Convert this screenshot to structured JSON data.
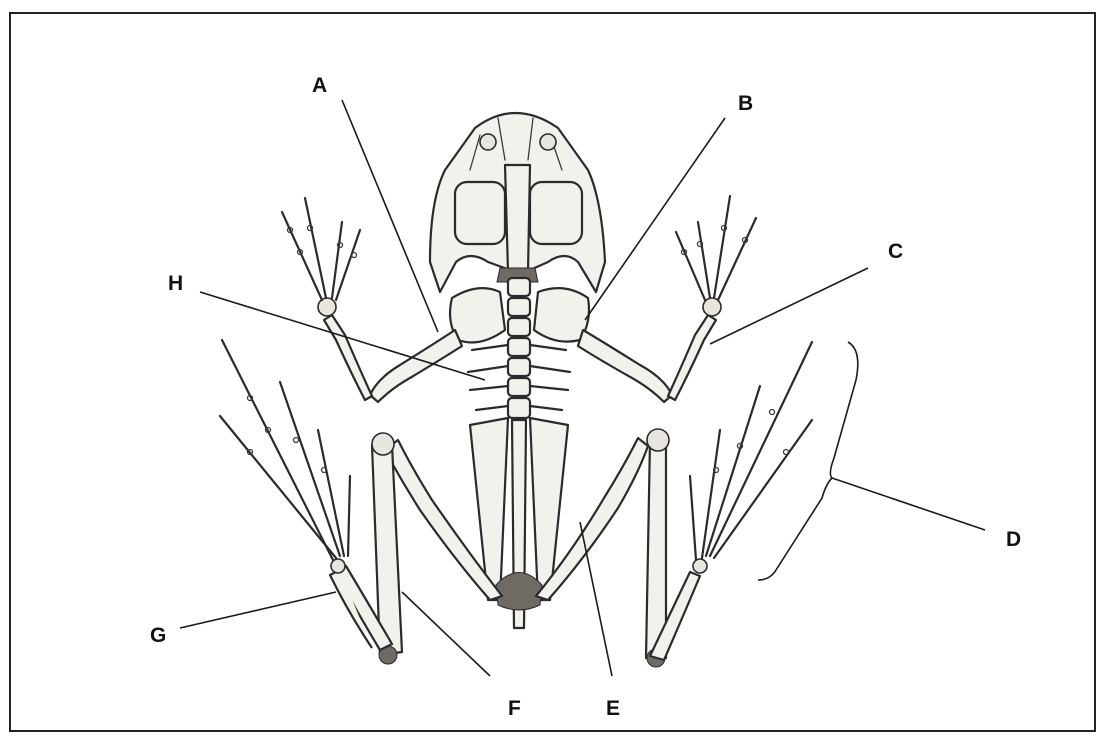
{
  "labels": {
    "A": "A",
    "B": "B",
    "C": "C",
    "D": "D",
    "E": "E",
    "F": "F",
    "G": "G",
    "H": "H"
  },
  "colors": {
    "background": "#ffffff",
    "frame": "#222222",
    "bone_fill": "#f3f1ec",
    "bone_stroke": "#2b2b2b",
    "leader_line": "#1a1a1a"
  }
}
